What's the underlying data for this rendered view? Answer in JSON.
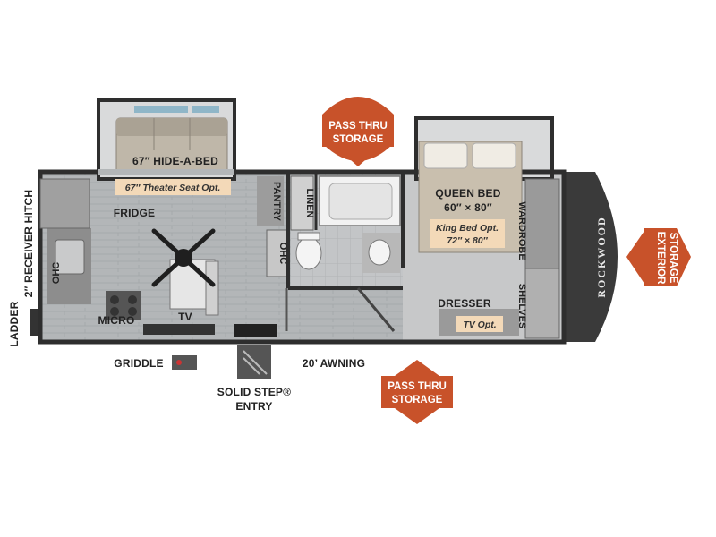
{
  "labels": {
    "hide_a_bed": "67″ HIDE-A-BED",
    "theater_seat": "67″ Theater Seat Opt.",
    "fridge": "FRIDGE",
    "pantry": "PANTRY",
    "linen": "LINEN",
    "ohc_left": "OHC",
    "ohc_mid": "OHC",
    "micro": "MICRO",
    "tv": "TV",
    "queen_bed_1": "QUEEN BED",
    "queen_bed_2": "60″ × 80″",
    "king_opt_1": "King Bed Opt.",
    "king_opt_2": "72″ × 80″",
    "wardrobe": "WARDROBE",
    "shelves": "SHELVES",
    "dresser": "DRESSER",
    "tv_opt": "TV Opt.",
    "griddle": "GRIDDLE",
    "awning": "20’ AWNING",
    "entry_1": "SOLID STEP®",
    "entry_2": "ENTRY",
    "ladder": "LADDER",
    "receiver_hitch": "2″ RECEIVER HITCH",
    "brand": "ROCKWOOD"
  },
  "badges": {
    "pass_thru_top_1": "PASS THRU",
    "pass_thru_top_2": "STORAGE",
    "pass_thru_bottom_1": "PASS THRU",
    "pass_thru_bottom_2": "STORAGE",
    "exterior_1": "EXTERIOR",
    "exterior_2": "STORAGE"
  },
  "colors": {
    "badge": "#c8522a",
    "floor": "#b9bbbd",
    "wall": "#2e2e2e",
    "bed": "#c9bfae",
    "option_tag": "#f3d9b8"
  }
}
